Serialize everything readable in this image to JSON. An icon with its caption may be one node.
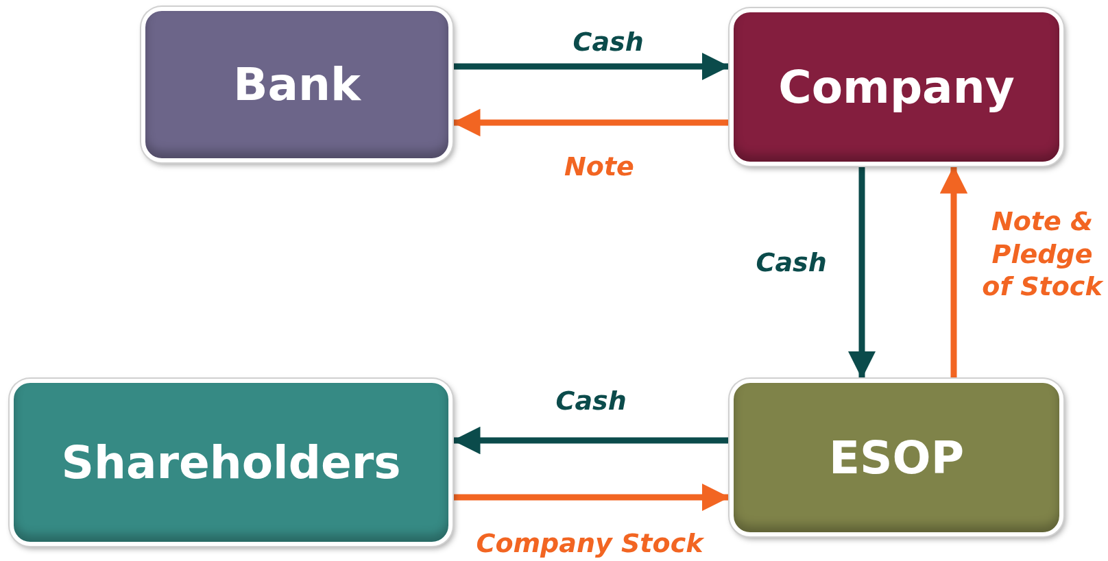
{
  "diagram": {
    "nodes": [
      {
        "text": [
          "Bank"
        ]
      },
      {
        "text": [
          "Company"
        ]
      },
      {
        "text": [
          "Shareholders"
        ]
      },
      {
        "text": [
          "ESOP"
        ]
      }
    ],
    "edges": [
      {
        "from": 0,
        "to": 1,
        "arrow": "to",
        "label": "Cash",
        "color": "#0b4b4b"
      },
      {
        "from": 1,
        "to": 0,
        "arrow": "to",
        "label": "Note",
        "color": "#f26522"
      },
      {
        "from": 1,
        "to": 3,
        "arrow": "to",
        "label": "Cash",
        "color": "#0b4b4b"
      },
      {
        "from": 3,
        "to": 1,
        "arrow": "to",
        "label": "Note & Pledge of Stock",
        "color": "#f26522"
      },
      {
        "from": 3,
        "to": 2,
        "arrow": "to",
        "label": "Cash",
        "color": "#0b4b4b"
      },
      {
        "from": 2,
        "to": 3,
        "arrow": "to",
        "label": "Company Stock",
        "color": "#f26522"
      }
    ]
  }
}
